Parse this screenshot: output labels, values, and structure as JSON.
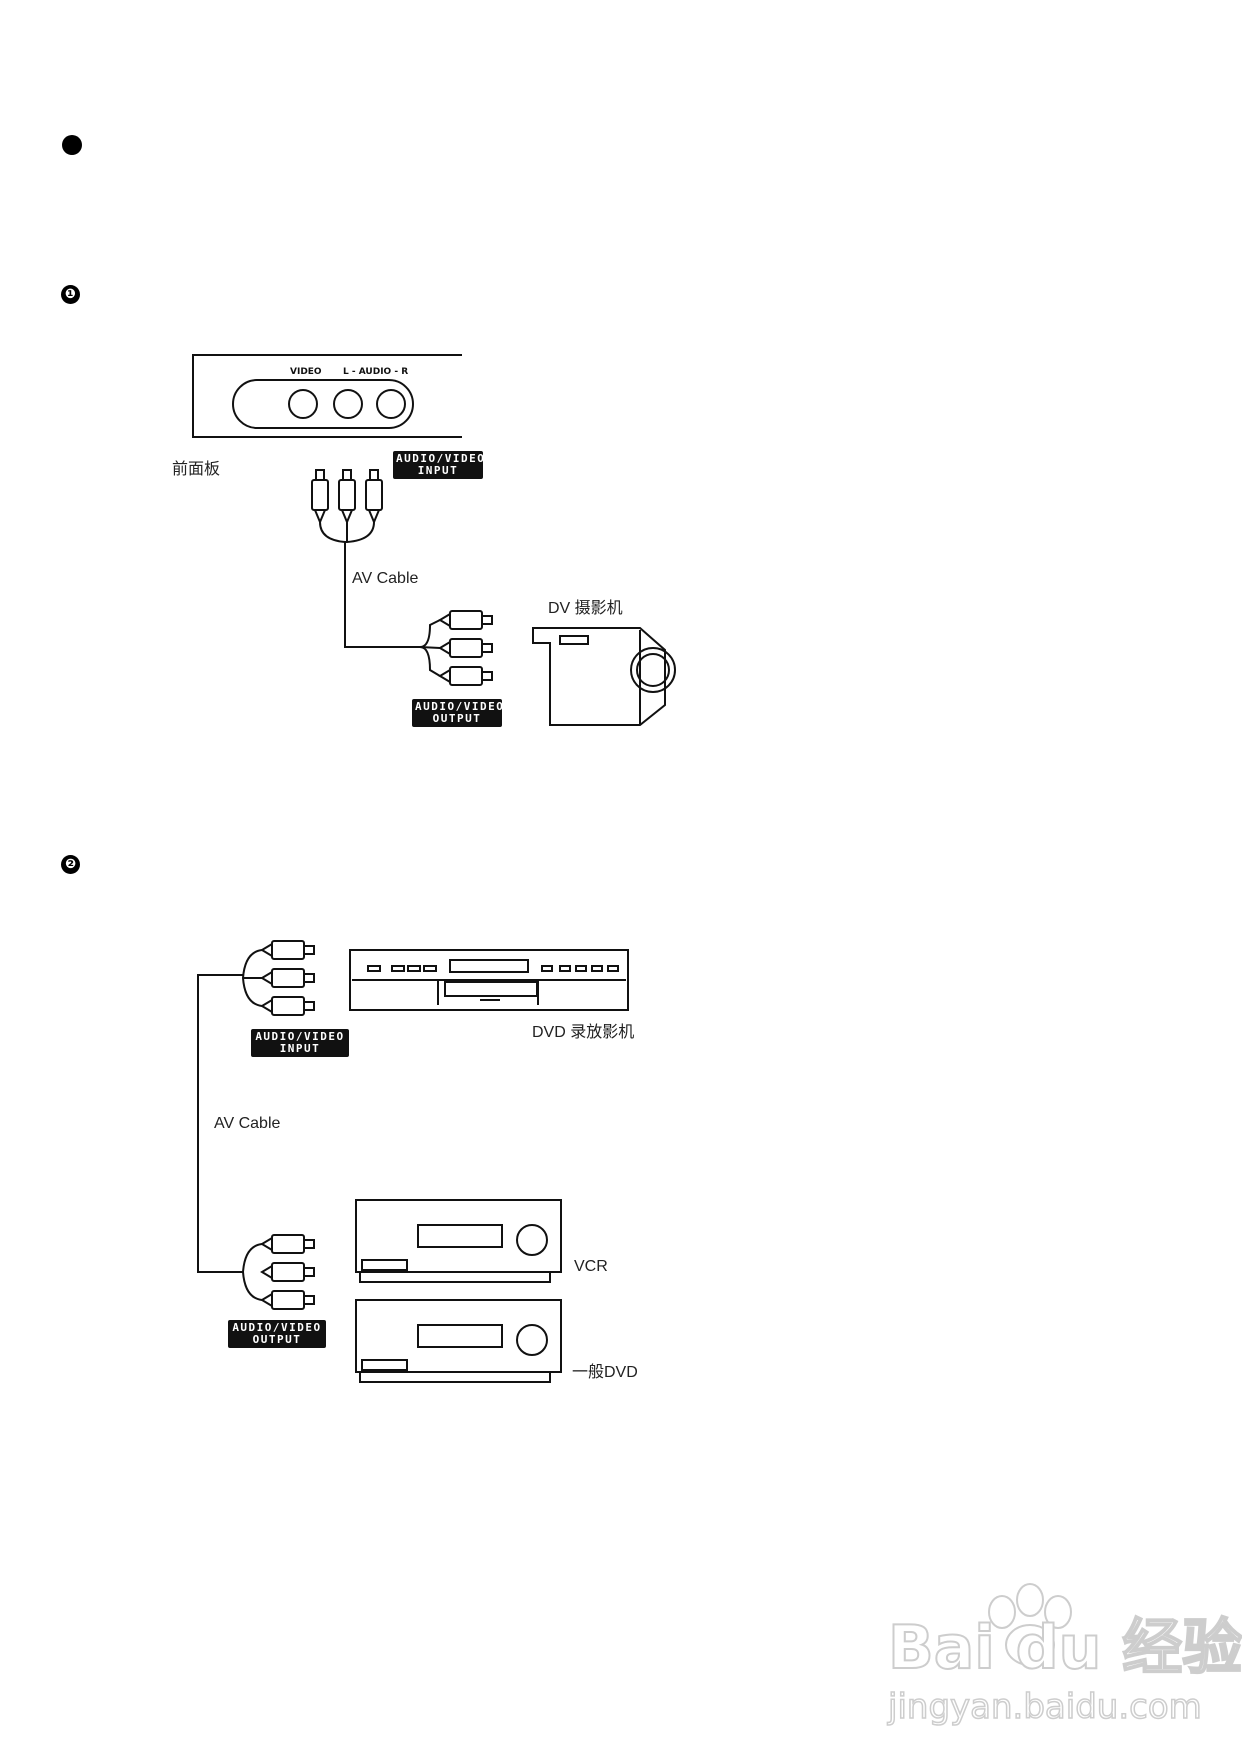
{
  "markers": {
    "section1": "❶",
    "section2": "❷"
  },
  "diagram1": {
    "panel_video_label": "VIDEO",
    "panel_audio_label": "L - AUDIO - R",
    "panel_caption": "前面板",
    "input_tag_line1": "AUDIO/VIDEO",
    "input_tag_line2": "INPUT",
    "cable_label": "AV Cable",
    "camcorder_label": "DV 摄影机",
    "output_tag_line1": "AUDIO/VIDEO",
    "output_tag_line2": "OUTPUT"
  },
  "diagram2": {
    "input_tag_line1": "AUDIO/VIDEO",
    "input_tag_line2": "INPUT",
    "dvd_recorder_label": "DVD 录放影机",
    "cable_label": "AV Cable",
    "vcr_label": "VCR",
    "dvd_player_label": "一般DVD",
    "output_tag_line1": "AUDIO/VIDEO",
    "output_tag_line2": "OUTPUT"
  },
  "watermark": {
    "brand": "Bai du 经验",
    "url": "jingyan.baidu.com"
  }
}
